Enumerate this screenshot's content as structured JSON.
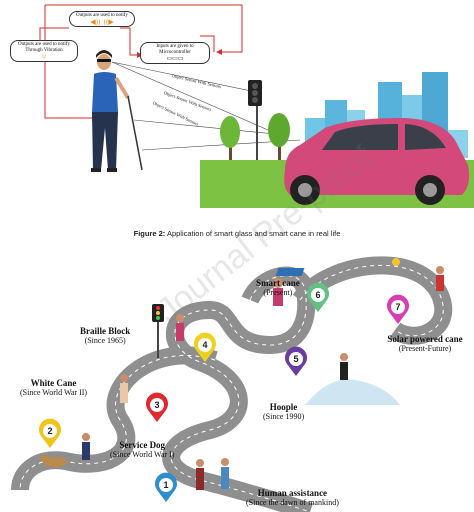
{
  "top_figure": {
    "box_outputs_notify": "Outputs are used to notify",
    "box_outputs_vibration": "Outputs are used to notify Through Vibration",
    "box_inputs": "Inputs are given to Microcontroller",
    "sensor_1": "Object Sensor With Sensors",
    "sensor_2": "Object Sensor With Sensors",
    "sensor_3": "Object Sensor With Sensors",
    "caption_bold": "Figure 2:",
    "caption_text": " Application of smart glass and smart cane in real life"
  },
  "timeline": {
    "milestones": [
      {
        "number": "1",
        "title": "Human assistance",
        "subtitle": "(Since the dawn of mankind)",
        "color": "#2b8fd0"
      },
      {
        "number": "2",
        "title": "White Cane",
        "subtitle": "(Since World War II)",
        "color": "#f0c419"
      },
      {
        "number": "3",
        "title": "Service Dog",
        "subtitle": "(Since World War I)",
        "color": "#e0282e"
      },
      {
        "number": "4",
        "title": "Braille Block",
        "subtitle": "(Since 1965)",
        "color": "#ecd21e"
      },
      {
        "number": "5",
        "title": "Hoople",
        "subtitle": "(Since 1990)",
        "color": "#6a3ea1"
      },
      {
        "number": "6",
        "title": "Smart cane",
        "subtitle": "(Present)",
        "color": "#63c083"
      },
      {
        "number": "7",
        "title": "Solar powered cane",
        "subtitle": "(Present-Future)",
        "color": "#d63fb4"
      }
    ]
  },
  "watermark": "Journal Pre-proof"
}
